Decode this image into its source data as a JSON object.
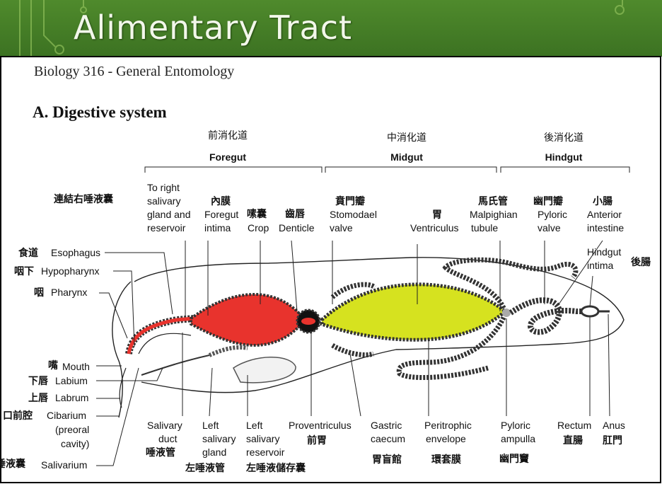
{
  "slide": {
    "title": "Alimentary Tract",
    "course": "Biology 316 - General Entomology",
    "section": "A. Digestive system"
  },
  "regions": [
    {
      "zh": "前消化道",
      "en": "Foregut"
    },
    {
      "zh": "中消化道",
      "en": "Midgut"
    },
    {
      "zh": "後消化道",
      "en": "Hindgut"
    }
  ],
  "labels": {
    "salivary_conn_zh": "連結右唾液囊",
    "to_right_1": "To right",
    "to_right_2": "salivary",
    "to_right_3": "gland and",
    "to_right_4": "reservoir",
    "intima_zh": "內膜",
    "intima_1": "Foregut",
    "intima_2": "intima",
    "crop_zh": "嗉囊",
    "crop": "Crop",
    "denticle_zh": "齒唇",
    "denticle": "Denticle",
    "stomodael_zh": "賁門瓣",
    "stomodael_1": "Stomodael",
    "stomodael_2": "valve",
    "ventriculus_zh": "胃",
    "ventriculus": "Ventriculus",
    "malpighian_zh": "馬氏管",
    "malpighian_1": "Malpighian",
    "malpighian_2": "tubule",
    "pyloric_valve_zh": "幽門瓣",
    "pyloric_valve_1": "Pyloric",
    "pyloric_valve_2": "valve",
    "ant_intestine_zh": "小腸",
    "ant_intestine_1": "Anterior",
    "ant_intestine_2": "intestine",
    "hindgut_intima_1": "Hindgut",
    "hindgut_intima_2": "intima",
    "hindgut_zh": "後腸",
    "esophagus_zh": "食道",
    "esophagus": "Esophagus",
    "hypopharynx_zh": "咽下",
    "hypopharynx": "Hypopharynx",
    "pharynx_zh": "咽",
    "pharynx": "Pharynx",
    "mouth_zh": "嘴",
    "mouth": "Mouth",
    "labium_zh": "下唇",
    "labium": "Labium",
    "labrum_zh": "上唇",
    "labrum": "Labrum",
    "cibarium_zh": "口前腔",
    "cibarium": "Cibarium",
    "preoral_1": "(preoral",
    "preoral_2": "cavity)",
    "salivarium_zh": "唾液囊",
    "salivarium": "Salivarium",
    "sal_duct_1": "Salivary",
    "sal_duct_2": "duct",
    "sal_duct_zh": "唾液管",
    "left_gland_1": "Left",
    "left_gland_2": "salivary",
    "left_gland_3": "gland",
    "left_gland_zh": "左唾液管",
    "left_res_1": "Left",
    "left_res_2": "salivary",
    "left_res_3": "reservoir",
    "left_res_zh": "左唾液儲存囊",
    "proventriculus": "Proventriculus",
    "proventriculus_zh": "前胃",
    "gastric_1": "Gastric",
    "gastric_2": "caecum",
    "gastric_zh": "胃盲館",
    "peritrophic_1": "Peritrophic",
    "peritrophic_2": "envelope",
    "peritrophic_zh": "環套膜",
    "pyloric_amp_1": "Pyloric",
    "pyloric_amp_2": "ampulla",
    "pyloric_amp_zh": "幽門竇",
    "rectum": "Rectum",
    "rectum_zh": "直腸",
    "anus": "Anus",
    "anus_zh": "肛門"
  },
  "colors": {
    "banner": "#4a8429",
    "crop_fill": "#e8332d",
    "ventriculus_fill": "#d6e21f"
  }
}
